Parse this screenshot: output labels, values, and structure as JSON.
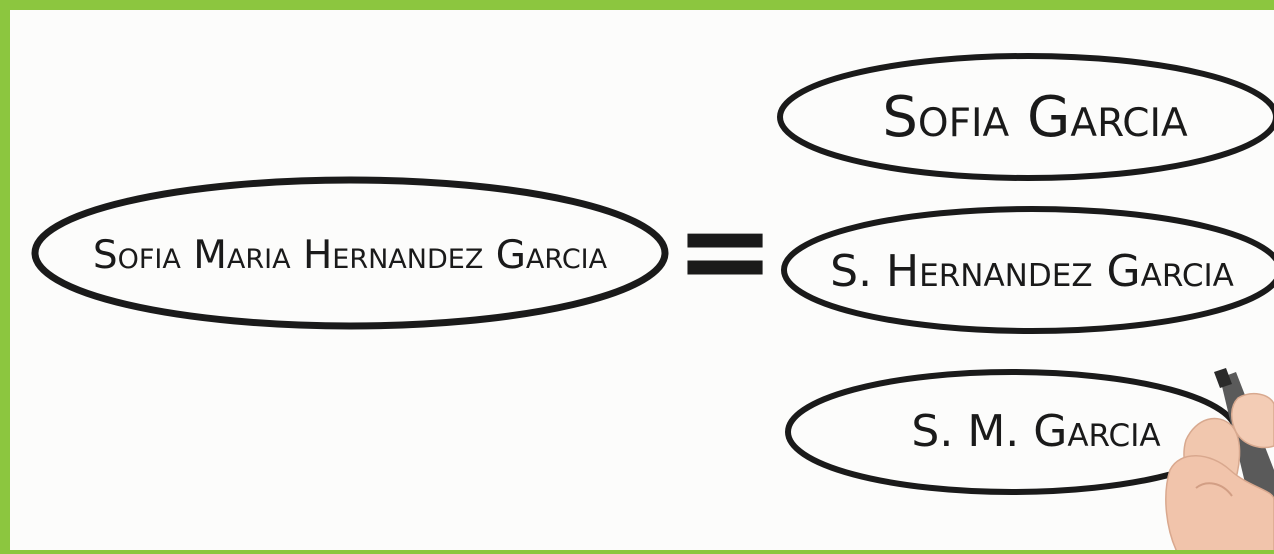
{
  "diagram": {
    "source_name": "Sofia Maria Hernandez Garcia",
    "relation_symbol": "=",
    "variants": [
      "Sofia Garcia",
      "S. Hernandez Garcia",
      "S. M. Garcia"
    ]
  },
  "colors": {
    "frame": "#8cc63f",
    "ink": "#1a1a1a",
    "background": "#fcfcfb"
  }
}
